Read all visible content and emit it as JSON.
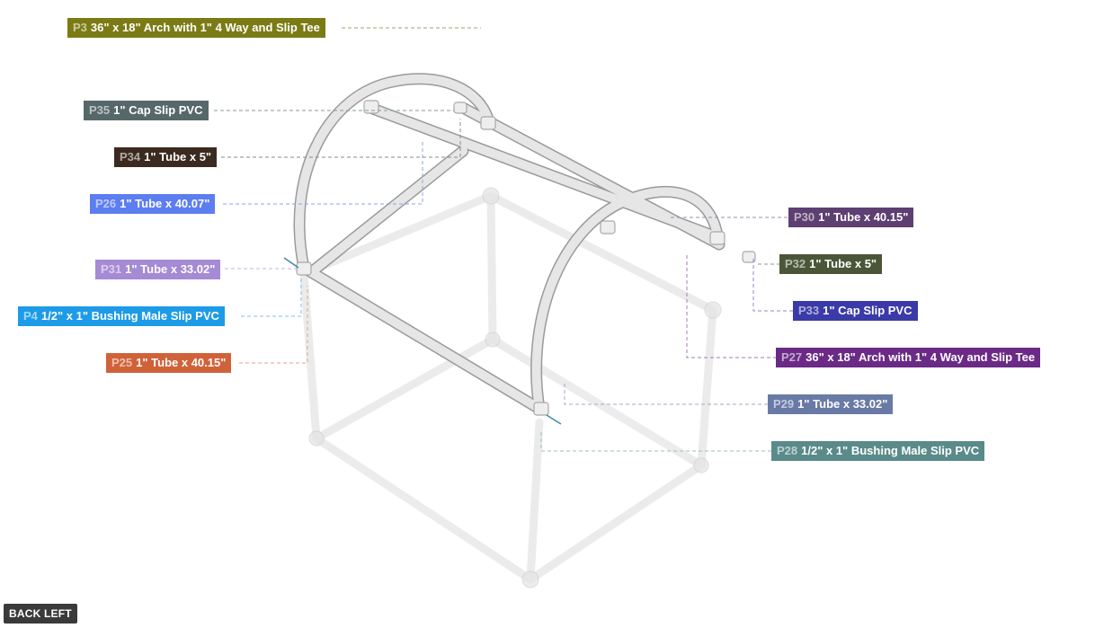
{
  "labels": [
    {
      "id": "P3",
      "text": "36\" x 18\" Arch with 1\" 4 Way and Slip Tee",
      "color": "#7a7b14"
    },
    {
      "id": "P35",
      "text": "1\" Cap Slip PVC",
      "color": "#56686a"
    },
    {
      "id": "P34",
      "text": "1\" Tube x 5\"",
      "color": "#3b2a1f"
    },
    {
      "id": "P26",
      "text": "1\" Tube x 40.07\"",
      "color": "#5c7ef0"
    },
    {
      "id": "P31",
      "text": "1\" Tube x 33.02\"",
      "color": "#a58ad4"
    },
    {
      "id": "P4",
      "text": "1/2\" x 1\" Bushing Male Slip PVC",
      "color": "#1d9be6"
    },
    {
      "id": "P25",
      "text": "1\" Tube x 40.15\"",
      "color": "#d0623a"
    },
    {
      "id": "P30",
      "text": "1\" Tube x 40.15\"",
      "color": "#5e3f72"
    },
    {
      "id": "P32",
      "text": "1\" Tube x 5\"",
      "color": "#4b5638"
    },
    {
      "id": "P33",
      "text": "1\" Cap Slip PVC",
      "color": "#3a3aa8"
    },
    {
      "id": "P27",
      "text": "36\" x 18\" Arch with 1\" 4 Way and Slip Tee",
      "color": "#6a2a86"
    },
    {
      "id": "P29",
      "text": "1\" Tube x 33.02\"",
      "color": "#6a7aa6"
    },
    {
      "id": "P28",
      "text": "1/2\" x 1\" Bushing Male Slip PVC",
      "color": "#5a8a8a"
    }
  ],
  "view_button": "BACK LEFT"
}
